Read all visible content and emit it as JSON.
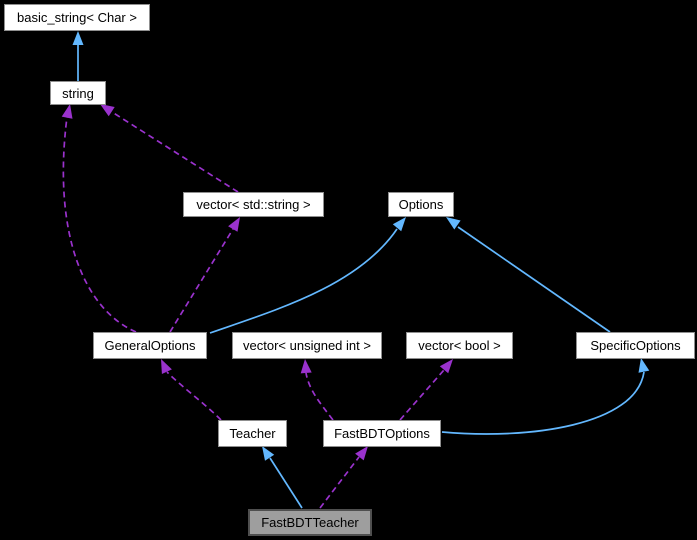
{
  "diagram": {
    "type": "collaboration-graph",
    "colors": {
      "background": "#000000",
      "node_fill": "#FFFFFF",
      "node_border": "#8F8F8F",
      "node_text": "#000000",
      "focus_fill": "#9E9E9E",
      "focus_border": "#4F4F4F",
      "inherit_edge": "#63B8FF",
      "usage_edge": "#9A32CD"
    },
    "nodes": [
      {
        "id": "basic-string",
        "label": "basic_string< Char >",
        "focus": false
      },
      {
        "id": "string",
        "label": "string",
        "focus": false
      },
      {
        "id": "vector-std-string",
        "label": "vector< std::string >",
        "focus": false
      },
      {
        "id": "options",
        "label": "Options",
        "focus": false
      },
      {
        "id": "general-options",
        "label": "GeneralOptions",
        "focus": false
      },
      {
        "id": "vector-unsigned-int",
        "label": "vector< unsigned int >",
        "focus": false
      },
      {
        "id": "vector-bool",
        "label": "vector< bool >",
        "focus": false
      },
      {
        "id": "specific-options",
        "label": "SpecificOptions",
        "focus": false
      },
      {
        "id": "teacher",
        "label": "Teacher",
        "focus": false
      },
      {
        "id": "fastbdt-options",
        "label": "FastBDTOptions",
        "focus": false
      },
      {
        "id": "fastbdt-teacher",
        "label": "FastBDTTeacher",
        "focus": true
      }
    ],
    "edges": [
      {
        "from": "string",
        "to": "basic-string",
        "relation": "inheritance"
      },
      {
        "from": "general-options",
        "to": "string",
        "relation": "usage"
      },
      {
        "from": "vector-std-string",
        "to": "string",
        "relation": "usage"
      },
      {
        "from": "general-options",
        "to": "vector-std-string",
        "relation": "usage"
      },
      {
        "from": "general-options",
        "to": "options",
        "relation": "inheritance"
      },
      {
        "from": "specific-options",
        "to": "options",
        "relation": "inheritance"
      },
      {
        "from": "teacher",
        "to": "general-options",
        "relation": "usage"
      },
      {
        "from": "fastbdt-options",
        "to": "vector-unsigned-int",
        "relation": "usage"
      },
      {
        "from": "fastbdt-options",
        "to": "vector-bool",
        "relation": "usage"
      },
      {
        "from": "fastbdt-options",
        "to": "specific-options",
        "relation": "inheritance"
      },
      {
        "from": "fastbdt-teacher",
        "to": "teacher",
        "relation": "inheritance"
      },
      {
        "from": "fastbdt-teacher",
        "to": "fastbdt-options",
        "relation": "usage"
      }
    ]
  }
}
